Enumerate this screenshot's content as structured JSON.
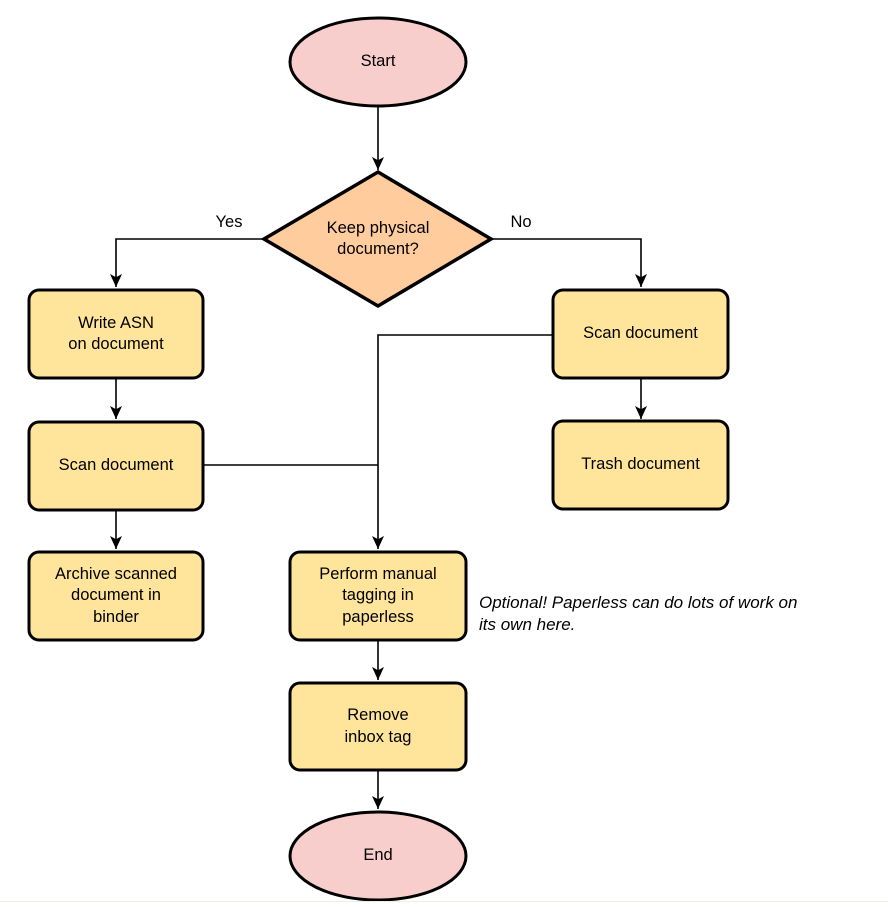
{
  "colors": {
    "terminal_fill": "#F8CECC",
    "decision_fill": "#FFCC9E",
    "process_fill": "#FFE59B",
    "stroke": "#000000",
    "background": "#FFFFFF"
  },
  "nodes": {
    "start": {
      "type": "terminal",
      "label": "Start",
      "lines": [
        "Start"
      ]
    },
    "decision": {
      "type": "decision",
      "label": "Keep physical document?",
      "lines": [
        "Keep physical",
        "document?"
      ]
    },
    "write_asn": {
      "type": "process",
      "label": "Write ASN on document",
      "lines": [
        "Write ASN",
        "on document"
      ]
    },
    "scan_left": {
      "type": "process",
      "label": "Scan document",
      "lines": [
        "Scan document"
      ]
    },
    "archive": {
      "type": "process",
      "label": "Archive scanned document in binder",
      "lines": [
        "Archive scanned",
        "document in",
        "binder"
      ]
    },
    "scan_right": {
      "type": "process",
      "label": "Scan document",
      "lines": [
        "Scan document"
      ]
    },
    "trash": {
      "type": "process",
      "label": "Trash document",
      "lines": [
        "Trash document"
      ]
    },
    "tagging": {
      "type": "process",
      "label": "Perform manual tagging in paperless",
      "lines": [
        "Perform manual",
        "tagging in",
        "paperless"
      ]
    },
    "remove_inbox": {
      "type": "process",
      "label": "Remove inbox tag",
      "lines": [
        "Remove",
        "inbox tag"
      ]
    },
    "end": {
      "type": "terminal",
      "label": "End",
      "lines": [
        "End"
      ]
    }
  },
  "edge_labels": {
    "yes": "Yes",
    "no": "No"
  },
  "note": {
    "text": "Optional! Paperless can do lots of work on its own here.",
    "lines": [
      "Optional! Paperless can do lots of work on",
      "its own here."
    ]
  }
}
